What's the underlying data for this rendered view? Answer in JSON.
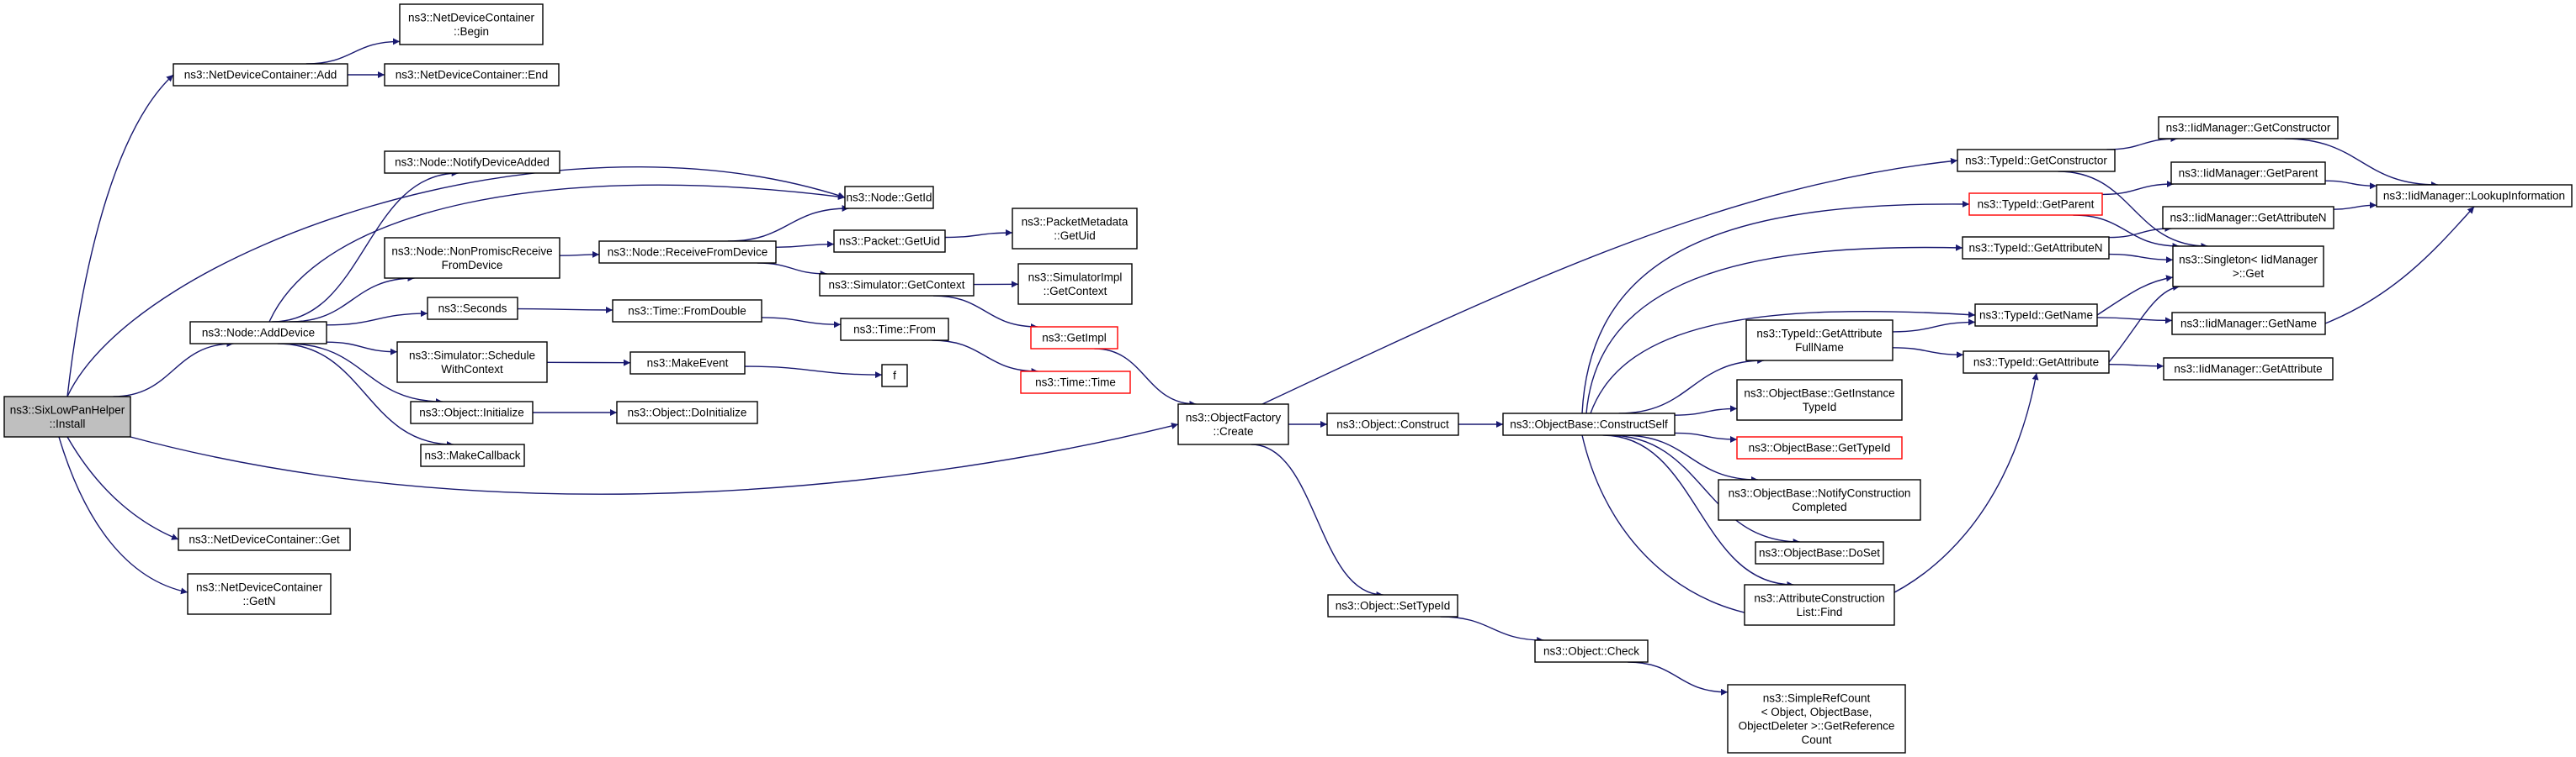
{
  "colors": {
    "edge": "#191970",
    "root_fill": "#bfbfbf",
    "truncated_border": "#ff0000"
  },
  "nodes": [
    {
      "id": "install",
      "lines": [
        "ns3::SixLowPanHelper",
        "::Install"
      ],
      "root": true
    },
    {
      "id": "ndc_add",
      "lines": [
        "ns3::NetDeviceContainer::Add"
      ]
    },
    {
      "id": "ndc_begin",
      "lines": [
        "ns3::NetDeviceContainer",
        "::Begin"
      ]
    },
    {
      "id": "ndc_end",
      "lines": [
        "ns3::NetDeviceContainer::End"
      ]
    },
    {
      "id": "node_getid",
      "lines": [
        "ns3::Node::GetId"
      ]
    },
    {
      "id": "node_adddevice",
      "lines": [
        "ns3::Node::AddDevice"
      ]
    },
    {
      "id": "ndc_get",
      "lines": [
        "ns3::NetDeviceContainer::Get"
      ]
    },
    {
      "id": "ndc_getn",
      "lines": [
        "ns3::NetDeviceContainer",
        "::GetN"
      ]
    },
    {
      "id": "notify_added",
      "lines": [
        "ns3::Node::NotifyDeviceAdded"
      ]
    },
    {
      "id": "nonpromisc",
      "lines": [
        "ns3::Node::NonPromiscReceive",
        "FromDevice"
      ]
    },
    {
      "id": "seconds",
      "lines": [
        "ns3::Seconds"
      ]
    },
    {
      "id": "sched_ctx",
      "lines": [
        "ns3::Simulator::Schedule",
        "WithContext"
      ]
    },
    {
      "id": "obj_init",
      "lines": [
        "ns3::Object::Initialize"
      ]
    },
    {
      "id": "make_callback",
      "lines": [
        "ns3::MakeCallback"
      ]
    },
    {
      "id": "receive_from",
      "lines": [
        "ns3::Node::ReceiveFromDevice"
      ]
    },
    {
      "id": "time_fromdouble",
      "lines": [
        "ns3::Time::FromDouble"
      ]
    },
    {
      "id": "make_event",
      "lines": [
        "ns3::MakeEvent"
      ]
    },
    {
      "id": "obj_doinit",
      "lines": [
        "ns3::Object::DoInitialize"
      ]
    },
    {
      "id": "packet_getuid",
      "lines": [
        "ns3::Packet::GetUid"
      ]
    },
    {
      "id": "sim_getctx",
      "lines": [
        "ns3::Simulator::GetContext"
      ]
    },
    {
      "id": "time_from",
      "lines": [
        "ns3::Time::From"
      ]
    },
    {
      "id": "f",
      "lines": [
        "f"
      ]
    },
    {
      "id": "pkt_meta_getuid",
      "lines": [
        "ns3::PacketMetadata",
        "::GetUid"
      ]
    },
    {
      "id": "simimpl_getctx",
      "lines": [
        "ns3::SimulatorImpl",
        "::GetContext"
      ]
    },
    {
      "id": "getimpl",
      "lines": [
        "ns3::GetImpl"
      ],
      "truncated": true
    },
    {
      "id": "time_time",
      "lines": [
        "ns3::Time::Time"
      ],
      "truncated": true
    },
    {
      "id": "objfactory_create",
      "lines": [
        "ns3::ObjectFactory",
        "::Create"
      ]
    },
    {
      "id": "obj_construct",
      "lines": [
        "ns3::Object::Construct"
      ]
    },
    {
      "id": "obj_settypeid",
      "lines": [
        "ns3::Object::SetTypeId"
      ]
    },
    {
      "id": "objbase_constructself",
      "lines": [
        "ns3::ObjectBase::ConstructSelf"
      ]
    },
    {
      "id": "obj_check",
      "lines": [
        "ns3::Object::Check"
      ]
    },
    {
      "id": "simplerefcount",
      "lines": [
        "ns3::SimpleRefCount",
        "< Object, ObjectBase,",
        "ObjectDeleter >::GetReference",
        "Count"
      ]
    },
    {
      "id": "typeid_getconstructor",
      "lines": [
        "ns3::TypeId::GetConstructor"
      ]
    },
    {
      "id": "typeid_getparent",
      "lines": [
        "ns3::TypeId::GetParent"
      ],
      "truncated": true
    },
    {
      "id": "typeid_getattributen",
      "lines": [
        "ns3::TypeId::GetAttributeN"
      ]
    },
    {
      "id": "typeid_getattrfullname",
      "lines": [
        "ns3::TypeId::GetAttribute",
        "FullName"
      ]
    },
    {
      "id": "objbase_getinstancetypeid",
      "lines": [
        "ns3::ObjectBase::GetInstance",
        "TypeId"
      ]
    },
    {
      "id": "objbase_gettypeid",
      "lines": [
        "ns3::ObjectBase::GetTypeId"
      ],
      "truncated": true
    },
    {
      "id": "objbase_notifycompleted",
      "lines": [
        "ns3::ObjectBase::NotifyConstruction",
        "Completed"
      ]
    },
    {
      "id": "objbase_doset",
      "lines": [
        "ns3::ObjectBase::DoSet"
      ]
    },
    {
      "id": "attr_list_find",
      "lines": [
        "ns3::AttributeConstruction",
        "List::Find"
      ]
    },
    {
      "id": "typeid_getname",
      "lines": [
        "ns3::TypeId::GetName"
      ]
    },
    {
      "id": "typeid_getattribute",
      "lines": [
        "ns3::TypeId::GetAttribute"
      ]
    },
    {
      "id": "singleton_get",
      "lines": [
        "ns3::Singleton< IidManager",
        ">::Get"
      ]
    },
    {
      "id": "iid_getconstructor",
      "lines": [
        "ns3::IidManager::GetConstructor"
      ]
    },
    {
      "id": "iid_getparent",
      "lines": [
        "ns3::IidManager::GetParent"
      ]
    },
    {
      "id": "iid_getattributen",
      "lines": [
        "ns3::IidManager::GetAttributeN"
      ]
    },
    {
      "id": "iid_getname",
      "lines": [
        "ns3::IidManager::GetName"
      ]
    },
    {
      "id": "iid_getattribute",
      "lines": [
        "ns3::IidManager::GetAttribute"
      ]
    },
    {
      "id": "iid_lookupinfo",
      "lines": [
        "ns3::IidManager::LookupInformation"
      ]
    }
  ],
  "edges": [
    [
      "install",
      "ndc_add"
    ],
    [
      "install",
      "node_getid"
    ],
    [
      "install",
      "node_adddevice"
    ],
    [
      "install",
      "objfactory_create"
    ],
    [
      "install",
      "ndc_get"
    ],
    [
      "install",
      "ndc_getn"
    ],
    [
      "ndc_add",
      "ndc_begin"
    ],
    [
      "ndc_add",
      "ndc_end"
    ],
    [
      "node_adddevice",
      "notify_added"
    ],
    [
      "node_adddevice",
      "node_getid"
    ],
    [
      "node_adddevice",
      "nonpromisc"
    ],
    [
      "node_adddevice",
      "seconds"
    ],
    [
      "node_adddevice",
      "sched_ctx"
    ],
    [
      "node_adddevice",
      "obj_init"
    ],
    [
      "node_adddevice",
      "make_callback"
    ],
    [
      "nonpromisc",
      "receive_from"
    ],
    [
      "receive_from",
      "node_getid"
    ],
    [
      "receive_from",
      "packet_getuid"
    ],
    [
      "receive_from",
      "sim_getctx"
    ],
    [
      "packet_getuid",
      "pkt_meta_getuid"
    ],
    [
      "sim_getctx",
      "simimpl_getctx"
    ],
    [
      "sim_getctx",
      "getimpl"
    ],
    [
      "seconds",
      "time_fromdouble"
    ],
    [
      "time_fromdouble",
      "time_from"
    ],
    [
      "time_from",
      "time_time"
    ],
    [
      "sched_ctx",
      "make_event"
    ],
    [
      "make_event",
      "f"
    ],
    [
      "obj_init",
      "obj_doinit"
    ],
    [
      "getimpl",
      "objfactory_create"
    ],
    [
      "objfactory_create",
      "typeid_getconstructor"
    ],
    [
      "objfactory_create",
      "obj_construct"
    ],
    [
      "objfactory_create",
      "obj_settypeid"
    ],
    [
      "obj_construct",
      "objbase_constructself"
    ],
    [
      "obj_settypeid",
      "obj_check"
    ],
    [
      "obj_check",
      "simplerefcount"
    ],
    [
      "objbase_constructself",
      "typeid_getparent"
    ],
    [
      "objbase_constructself",
      "typeid_getattributen"
    ],
    [
      "objbase_constructself",
      "typeid_getname"
    ],
    [
      "objbase_constructself",
      "typeid_getattrfullname"
    ],
    [
      "objbase_constructself",
      "objbase_getinstancetypeid"
    ],
    [
      "objbase_constructself",
      "objbase_gettypeid"
    ],
    [
      "objbase_constructself",
      "objbase_notifycompleted"
    ],
    [
      "objbase_constructself",
      "objbase_doset"
    ],
    [
      "objbase_constructself",
      "attr_list_find"
    ],
    [
      "objbase_constructself",
      "typeid_getattribute"
    ],
    [
      "typeid_getconstructor",
      "iid_getconstructor"
    ],
    [
      "typeid_getconstructor",
      "singleton_get"
    ],
    [
      "typeid_getparent",
      "iid_getparent"
    ],
    [
      "typeid_getparent",
      "singleton_get"
    ],
    [
      "typeid_getattributen",
      "iid_getattributen"
    ],
    [
      "typeid_getattributen",
      "singleton_get"
    ],
    [
      "typeid_getattrfullname",
      "typeid_getname"
    ],
    [
      "typeid_getattrfullname",
      "typeid_getattribute"
    ],
    [
      "typeid_getname",
      "singleton_get"
    ],
    [
      "typeid_getname",
      "iid_getname"
    ],
    [
      "typeid_getattribute",
      "singleton_get"
    ],
    [
      "typeid_getattribute",
      "iid_getattribute"
    ],
    [
      "iid_getconstructor",
      "iid_lookupinfo"
    ],
    [
      "iid_getparent",
      "iid_lookupinfo"
    ],
    [
      "iid_getattributen",
      "iid_lookupinfo"
    ],
    [
      "iid_getname",
      "iid_lookupinfo"
    ]
  ]
}
